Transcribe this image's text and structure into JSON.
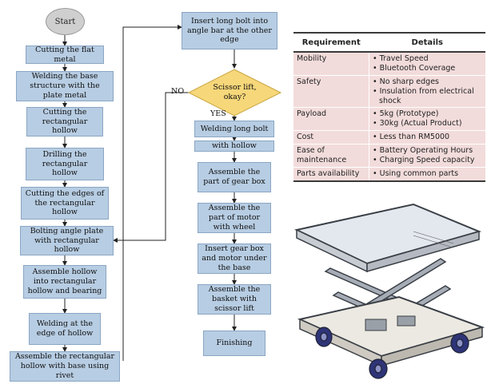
{
  "flowchart": {
    "start": "Start",
    "left_steps": [
      "Cutting the flat metal",
      "Welding the base structure with the plate metal",
      "Cutting the rectangular hollow",
      "Drilling the rectangular hollow",
      "Cutting the edges of the rectangular hollow",
      "Bolting angle plate with rectangular hollow",
      "Assemble hollow into rectangular hollow and bearing",
      "Welding at the edge of hollow",
      "Assemble the rectangular hollow with base using rivet"
    ],
    "right_steps": [
      "Insert long bolt into angle bar at the other edge",
      "Welding long bolt",
      "with hollow",
      "Assemble the part of gear box",
      "Assemble the part of motor with wheel",
      "Insert gear box and motor under the base",
      "Assemble the basket with scissor lift",
      "Finishing"
    ],
    "decision": "Scissor lift, okay?",
    "yes_label": "YES",
    "no_label": "NO"
  },
  "requirements_table": {
    "headers": [
      "Requirement",
      "Details"
    ],
    "rows": [
      {
        "requirement": "Mobility",
        "details": [
          "Travel Speed",
          "Bluetooth Coverage"
        ]
      },
      {
        "requirement": "Safety",
        "details": [
          "No sharp edges",
          "Insulation from electrical shock"
        ]
      },
      {
        "requirement": "Payload",
        "details": [
          "5kg (Prototype)",
          "30kg (Actual Product)"
        ]
      },
      {
        "requirement": "Cost",
        "details": [
          "Less than RM5000"
        ]
      },
      {
        "requirement": "Ease of maintenance",
        "details": [
          "Battery Operating Hours",
          "Charging Speed capacity"
        ]
      },
      {
        "requirement": "Parts availability",
        "details": [
          "Using common parts"
        ]
      }
    ]
  },
  "colors": {
    "box_fill": "#b7cde3",
    "decision_fill": "#f6d77a",
    "table_row_fill": "#f2dcdb",
    "start_fill": "#cfcfcf"
  }
}
